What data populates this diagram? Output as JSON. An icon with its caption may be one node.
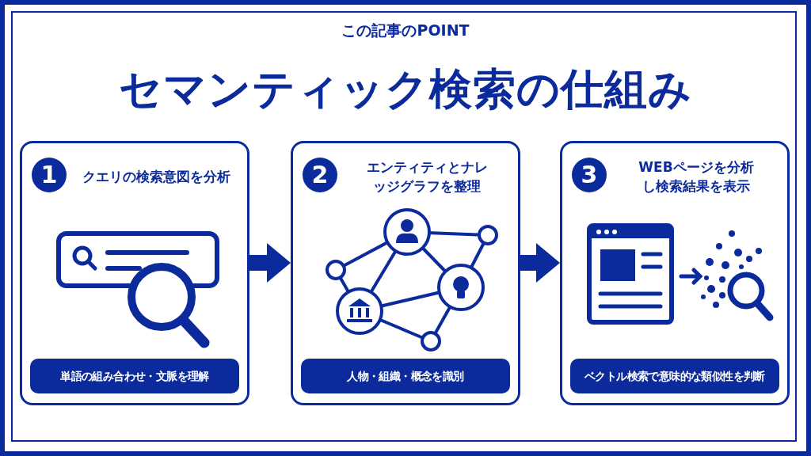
{
  "diagram": {
    "title": "セマンティック検索の仕組み",
    "nodes": [
      {
        "text": [
          "クエリの検索意図を分析"
        ]
      },
      {
        "text": [
          "1"
        ],
        "in": 0
      },
      {
        "text": [
          "単語の組み合わせ・文脈を理解"
        ],
        "in": 0
      },
      {
        "text": [
          "エンティティとナレッジグラフを整理"
        ]
      },
      {
        "text": [
          "2"
        ],
        "in": 3
      },
      {
        "text": [
          "人物・組織・概念を識別"
        ],
        "in": 3
      },
      {
        "text": [
          "WEBページを分析し検索結果を表示"
        ]
      },
      {
        "text": [
          "3"
        ],
        "in": 6
      },
      {
        "text": [
          "ベクトル検索で意味的な類似性を判断"
        ],
        "in": 6
      }
    ],
    "edges": [
      {
        "from": 0,
        "to": 3,
        "arrow": "to"
      },
      {
        "from": 3,
        "to": 6,
        "arrow": "to"
      }
    ],
    "labels": [
      "この記事のPOINT"
    ]
  }
}
